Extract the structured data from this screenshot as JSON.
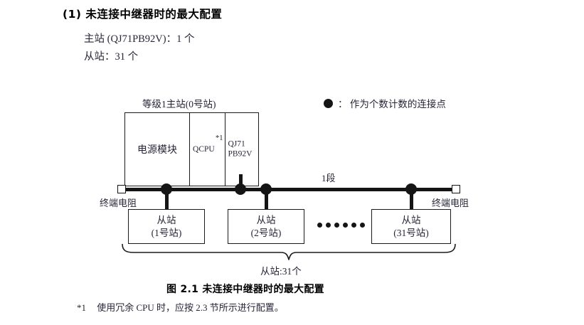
{
  "section": {
    "number": "(1)",
    "heading": "(1) 未连接中继器时的最大配置",
    "specs": [
      {
        "label": "主站 (QJ71PB92V)",
        "value": "主站 (QJ71PB92V)：1 个"
      },
      {
        "label": "从站",
        "value": "从站：31 个"
      }
    ]
  },
  "legend": {
    "symbol": "filled-circle",
    "separator": "：",
    "text": "： 作为个数计数的连接点"
  },
  "diagram": {
    "master": {
      "caption": "等级1主站(0号站)",
      "modules": [
        {
          "name": "power-supply",
          "label": "电源模块"
        },
        {
          "name": "cpu",
          "label": "QCPU",
          "footnote_mark": "*1"
        },
        {
          "name": "profibus-master",
          "label": "QJ71\nPB92V",
          "line1": "QJ71",
          "line2": "PB92V"
        }
      ]
    },
    "bus": {
      "segment_label": "1段",
      "terminator_left": "终端电阻",
      "terminator_right": "终端电阻",
      "connection_point_count": 4
    },
    "slaves": [
      {
        "line1": "从站",
        "line2": "(1号站)"
      },
      {
        "line1": "从站",
        "line2": "(2号站)"
      },
      {
        "line1": "从站",
        "line2": "(31号站)"
      }
    ],
    "ellipsis_dots": 6,
    "brace_label": "从站:31个"
  },
  "figure": {
    "caption": "图 2.1  未连接中继器时的最大配置"
  },
  "footnote": {
    "mark": "*1",
    "text": "使用冗余 CPU 时，应按 2.3 节所示进行配置。"
  }
}
